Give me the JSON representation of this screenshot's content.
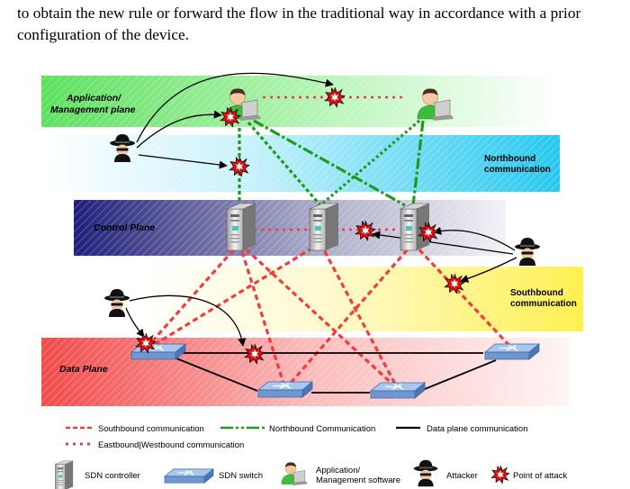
{
  "intro_text": "to obtain the new rule or forward the flow in the traditional way in accordance with a prior configuration of the device.",
  "planes": {
    "application": [
      "Application/",
      "Management plane"
    ],
    "northbound": [
      "Northbound",
      "communication"
    ],
    "control": "Control Plane",
    "southbound": [
      "Southbound",
      "communication"
    ],
    "data": "Data Plane"
  },
  "legend": {
    "southbound": "Southbound communication",
    "northbound": "Northbound Communication",
    "dataplane": "Data plane communication",
    "eastwest": "Eastbound|Westbound communication",
    "controller": "SDN controller",
    "switch": "SDN switch",
    "app": [
      "Application/",
      "Management software"
    ],
    "attacker": "Attacker",
    "attack_point": "Point of attack"
  },
  "colors": {
    "southbound": "#f23c3c",
    "northbound": "#1e9b1e",
    "dataplane": "#000000",
    "attack_point": "#e01010",
    "switch": "#7fa7d8"
  }
}
